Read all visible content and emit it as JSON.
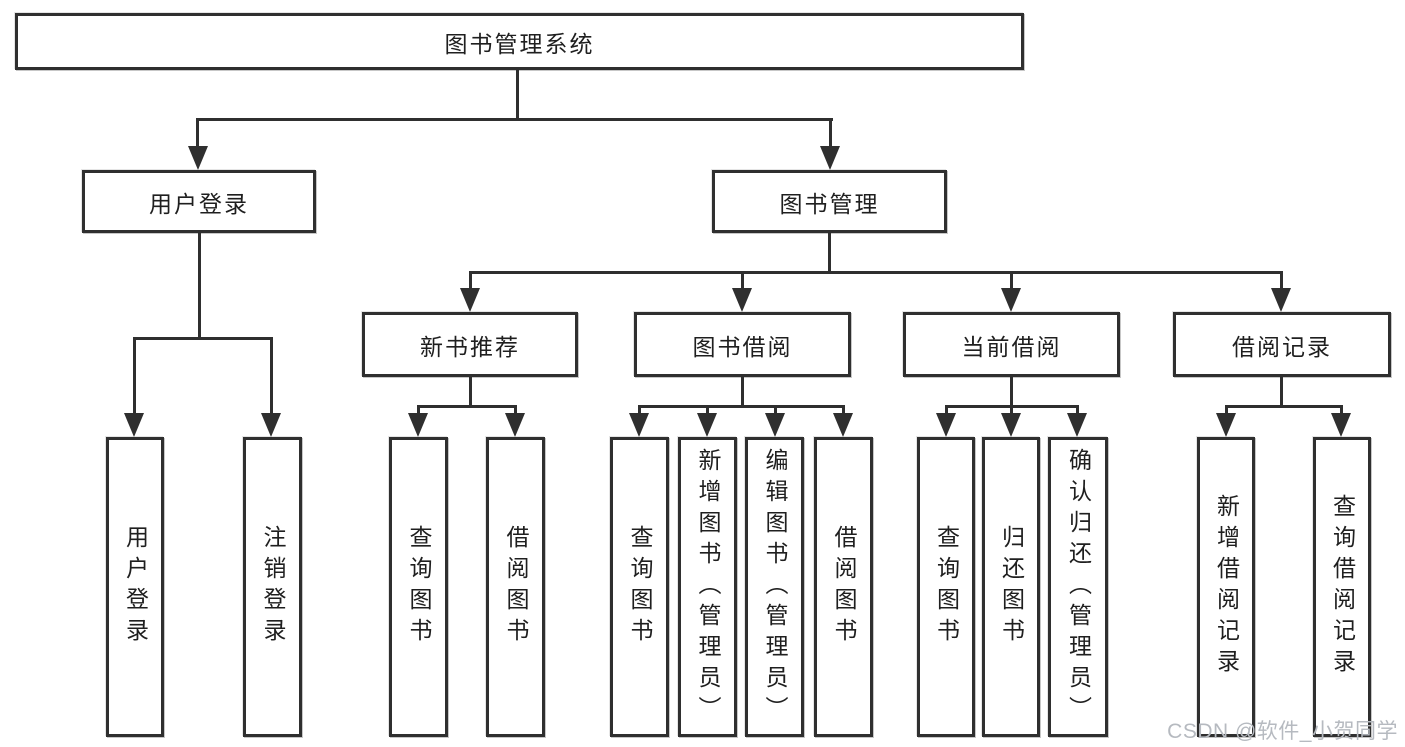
{
  "tree": {
    "root": {
      "label": "图书管理系统",
      "children": [
        {
          "label": "用户登录",
          "children": [
            {
              "label": "用户登录"
            },
            {
              "label": "注销登录"
            }
          ]
        },
        {
          "label": "图书管理",
          "children": [
            {
              "label": "新书推荐",
              "children": [
                {
                  "label": "查询图书"
                },
                {
                  "label": "借阅图书"
                }
              ]
            },
            {
              "label": "图书借阅",
              "children": [
                {
                  "label": "查询图书"
                },
                {
                  "label": "新增图书（管理员）"
                },
                {
                  "label": "编辑图书（管理员）"
                },
                {
                  "label": "借阅图书"
                }
              ]
            },
            {
              "label": "当前借阅",
              "children": [
                {
                  "label": "查询图书"
                },
                {
                  "label": "归还图书"
                },
                {
                  "label": "确认归还（管理员）"
                }
              ]
            },
            {
              "label": "借阅记录",
              "children": [
                {
                  "label": "新增借阅记录"
                },
                {
                  "label": "查询借阅记录"
                }
              ]
            }
          ]
        }
      ]
    }
  },
  "watermark": {
    "text": "CSDN @软件_小贺同学"
  },
  "colors": {
    "line": "#2f2f2f",
    "text": "#1f1f1f",
    "background": "#ffffff",
    "watermark": "#b6bac0"
  }
}
